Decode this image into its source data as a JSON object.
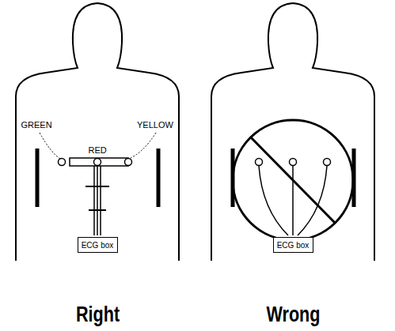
{
  "diagram": {
    "nodes": [
      {
        "text": [
          "ECG box"
        ]
      },
      {
        "text": [
          "ECG box"
        ]
      }
    ],
    "labels": [
      "GREEN",
      "YELLOW",
      "RED",
      "Right",
      "Wrong"
    ]
  }
}
